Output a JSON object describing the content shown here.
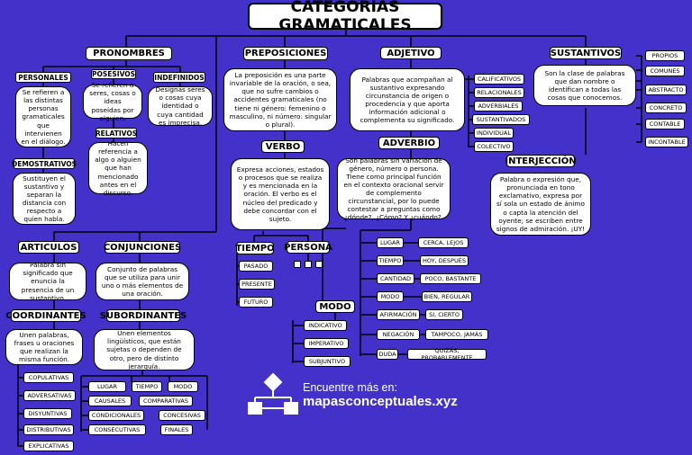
{
  "title": "CATEGORIAS GRAMATICALES",
  "pronombres": {
    "header": "PRONOMBRES",
    "personales": {
      "label": "PERSONALES",
      "text": "Se refieren a las distintas personas gramaticales que intervienen en el diálogo."
    },
    "posesivos": {
      "label": "POSESIVOS",
      "text": "Se refieren a seres, cosas o ideas poseídas por alguien."
    },
    "indefinidos": {
      "label": "INDEFINIDOS",
      "text": "Designas seres o cosas cuya identidad o cuya cantidad es imprecisa."
    },
    "relativos": {
      "label": "RELATIVOS",
      "text": "Hacen referencia a algo o alguien que han mencionado antes en el discurso."
    },
    "demostrativos": {
      "label": "DEMOSTRATIVOS",
      "text": "Sustituyen el sustantivo y separan la distancia con respecto a quien habla."
    }
  },
  "preposiciones": {
    "header": "PREPOSICIONES",
    "text": "La preposición es una parte invariable de la oración, o sea, que no sufre cambios o accidentes gramaticales (no tiene ni género: femenino o masculino, ni número: singular o plural)."
  },
  "adjetivo": {
    "header": "ADJETIVO",
    "text": "Palabras que acompañan al sustantivo expresando circunstancia de origen o procedencia y que aporta información adicional o complementa su significado.",
    "types": [
      "CALIFICATIVOS",
      "RELACIONALES",
      "ADVERBIALES",
      "SUSTANTIVADOS",
      "INDIVIDUAL",
      "COLECTIVO"
    ]
  },
  "sustantivos": {
    "header": "SUSTANTIVOS",
    "text": "Son la clase de palabras que dan nombre o identifican a todas las cosas que conocemos.",
    "types": [
      "PROPIOS",
      "COMUNES",
      "ABSTRACTO",
      "CONCRETO",
      "CONTABLE",
      "INCONTABLE"
    ]
  },
  "verbo": {
    "header": "VERBO",
    "text": "Expresa acciones, estados o procesos que se realiza y es mencionada en la oración. El verbo es el núcleo del predicado y debe concordar con el sujeto.",
    "tiempo": {
      "label": "TIEMPO",
      "items": [
        "PASADO",
        "PRESENTE",
        "FUTURO"
      ]
    },
    "persona": {
      "label": "PERSONA"
    },
    "modo": {
      "label": "MODO",
      "items": [
        "INDICATIVO",
        "IMPERATIVO",
        "SUBJUNTIVO"
      ]
    }
  },
  "adverbio": {
    "header": "ADVERBIO",
    "text": "Son palabras sin variación de género, número o persona. Tiene como principal función en el contexto oracional servir de complemento circunstancial, por lo puede contestar a preguntas como ¿dónde?, ¿Cómo? Y ¿cuándo?.",
    "rows": [
      {
        "label": "LUGAR",
        "value": "CERCA, LEJOS"
      },
      {
        "label": "TIEMPO",
        "value": "HOY, DESPUÉS"
      },
      {
        "label": "CANTIDAD",
        "value": "POCO, BASTANTE"
      },
      {
        "label": "MODO",
        "value": "BIEN, REGULAR"
      },
      {
        "label": "AFIRMACIÓN",
        "value": "SI, CIERTO"
      },
      {
        "label": "NEGACIÓN",
        "value": "TAMPOCO, JAMÁS"
      },
      {
        "label": "DUDA",
        "value": "QUIZÁS, PROBABLEMENTE"
      }
    ]
  },
  "interjeccion": {
    "header": "INTERJECCIÓN",
    "text": "Palabra o expresión que, pronunciada en tono exclamativo, expresa por sí sola un estado de ánimo o capta la atención del oyente; se escriben entre signos de admiración. ¡UY!"
  },
  "articulos": {
    "header": "ARTICULOS",
    "text": "Palabra sin significado que enuncia la presencia de un sustantivo.",
    "coordinantes": {
      "label": "COORDINANTES",
      "text": "Unen palabras, frases u oraciones que realizan la misma función.",
      "items": [
        "COPULATIVAS",
        "ADVERSATIVAS",
        "DISYUNTIVAS",
        "DISTRIBUTIVAS",
        "EXPLICATIVAS"
      ]
    }
  },
  "conjunciones": {
    "header": "CONJUNCIONES",
    "text": "Conjunto de palabras que se utiliza para unir uno o más elementos de una oración.",
    "subordinantes": {
      "label": "SUBORDINANTES",
      "text": "Unen elementos lingüísticos, que están sujetas o dependen de otro, pero de distinto jerarquía.",
      "items": [
        "LUGAR",
        "TIEMPO",
        "MODO",
        "CAUSALES",
        "COMPARATIVAS",
        "CONDICIONALES",
        "CONCESIVAS",
        "CONSECUTIVAS",
        "FINALES"
      ]
    }
  },
  "brand": {
    "line1": "Encuentre más en:",
    "line2": "mapasconceptuales.xyz"
  }
}
